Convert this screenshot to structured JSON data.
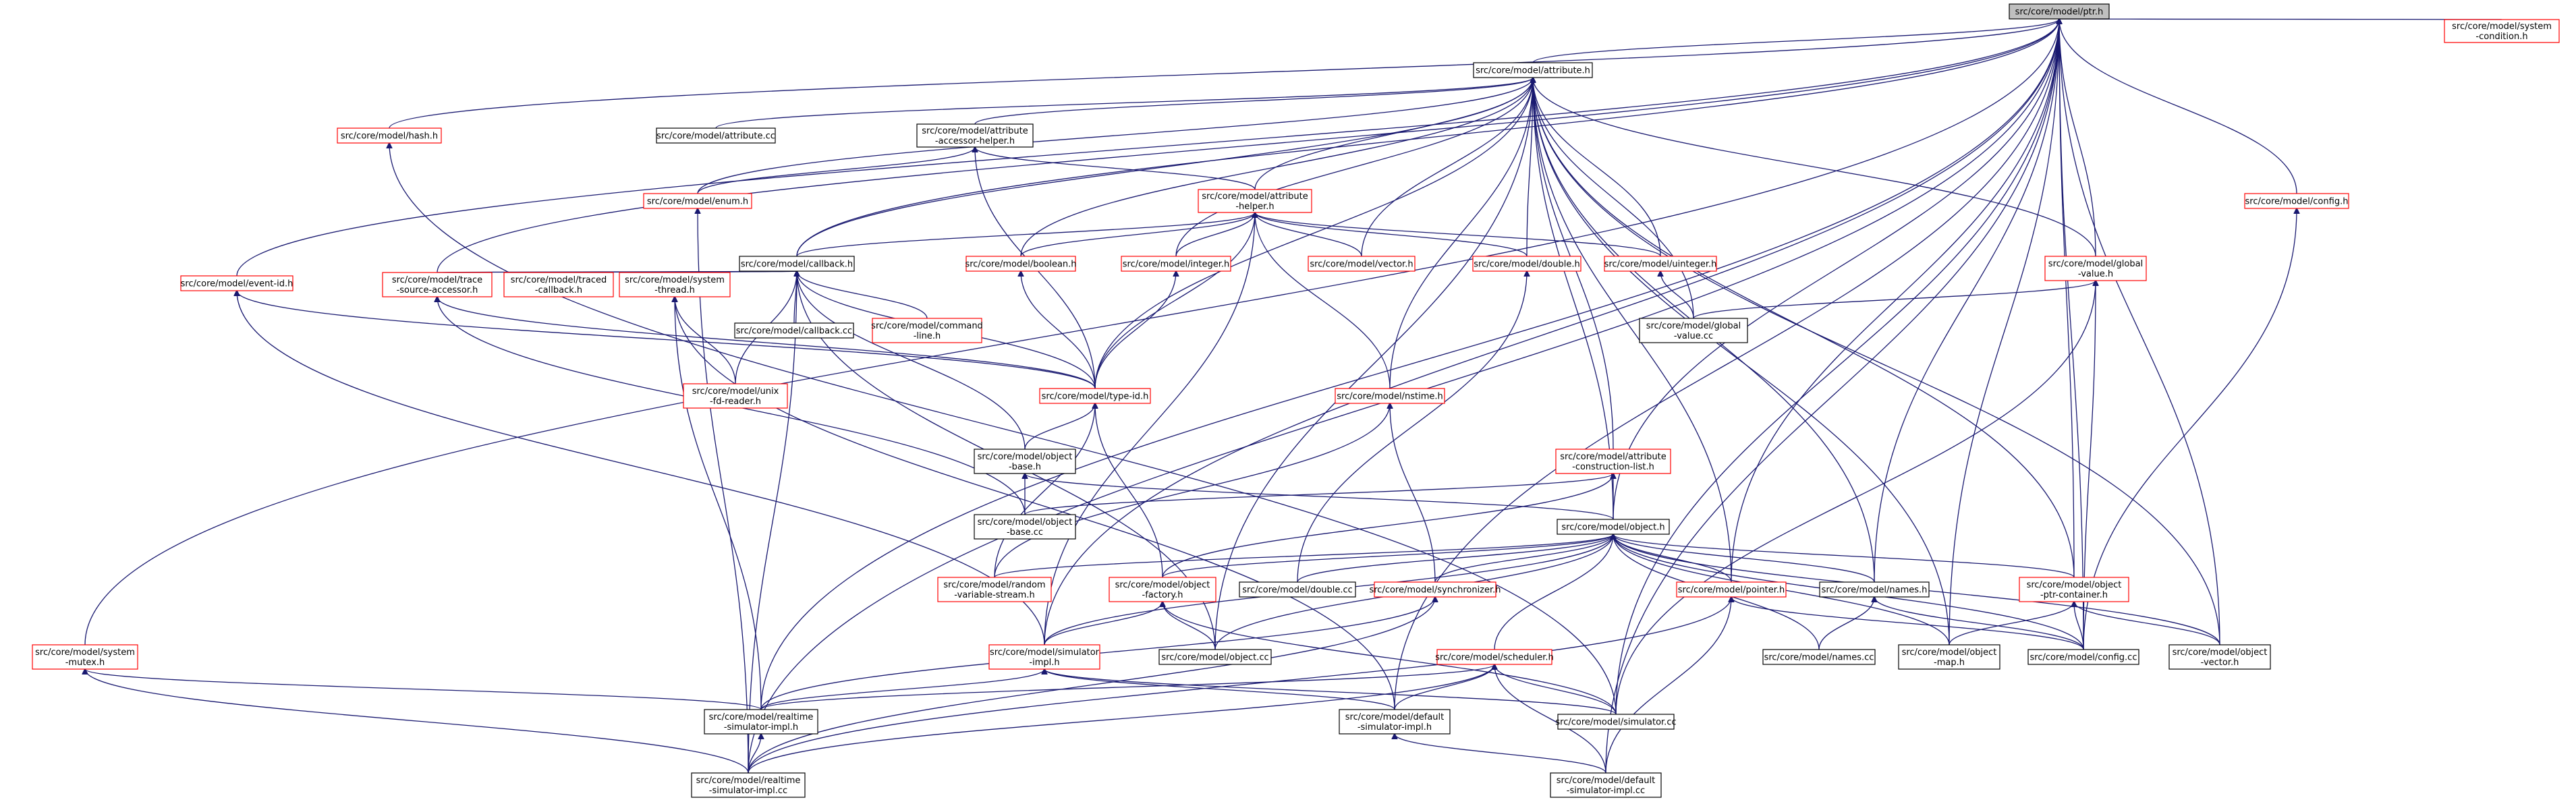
{
  "diagram": {
    "type": "include-dependency-graph",
    "colors": {
      "edge": "#191970",
      "border_documented": "#000000",
      "border_undocumented": "#ff0000",
      "root_fill": "#bfbfbf",
      "node_fill": "#ffffff"
    },
    "nodes": [
      {
        "id": "ptr",
        "lines": [
          "src/core/model/ptr.h"
        ],
        "border": "black",
        "root": true
      },
      {
        "id": "syscond",
        "lines": [
          "src/core/model/system",
          "-condition.h"
        ],
        "border": "red"
      },
      {
        "id": "attribute",
        "lines": [
          "src/core/model/attribute.h"
        ],
        "border": "black"
      },
      {
        "id": "hash",
        "lines": [
          "src/core/model/hash.h"
        ],
        "border": "red"
      },
      {
        "id": "attributecc",
        "lines": [
          "src/core/model/attribute.cc"
        ],
        "border": "black"
      },
      {
        "id": "accessor",
        "lines": [
          "src/core/model/attribute",
          "-accessor-helper.h"
        ],
        "border": "black"
      },
      {
        "id": "enum",
        "lines": [
          "src/core/model/enum.h"
        ],
        "border": "red"
      },
      {
        "id": "attrhelper",
        "lines": [
          "src/core/model/attribute",
          "-helper.h"
        ],
        "border": "red"
      },
      {
        "id": "config",
        "lines": [
          "src/core/model/config.h"
        ],
        "border": "red"
      },
      {
        "id": "callback",
        "lines": [
          "src/core/model/callback.h"
        ],
        "border": "black"
      },
      {
        "id": "boolean",
        "lines": [
          "src/core/model/boolean.h"
        ],
        "border": "red"
      },
      {
        "id": "integer",
        "lines": [
          "src/core/model/integer.h"
        ],
        "border": "red"
      },
      {
        "id": "vector",
        "lines": [
          "src/core/model/vector.h"
        ],
        "border": "red"
      },
      {
        "id": "double",
        "lines": [
          "src/core/model/double.h"
        ],
        "border": "red"
      },
      {
        "id": "uinteger",
        "lines": [
          "src/core/model/uinteger.h"
        ],
        "border": "red"
      },
      {
        "id": "globalvalue",
        "lines": [
          "src/core/model/global",
          "-value.h"
        ],
        "border": "red"
      },
      {
        "id": "eventid",
        "lines": [
          "src/core/model/event-id.h"
        ],
        "border": "red"
      },
      {
        "id": "trace",
        "lines": [
          "src/core/model/trace",
          "-source-accessor.h"
        ],
        "border": "red"
      },
      {
        "id": "traced",
        "lines": [
          "src/core/model/traced",
          "-callback.h"
        ],
        "border": "red"
      },
      {
        "id": "systhread",
        "lines": [
          "src/core/model/system",
          "-thread.h"
        ],
        "border": "red"
      },
      {
        "id": "callbackcc",
        "lines": [
          "src/core/model/callback.cc"
        ],
        "border": "black"
      },
      {
        "id": "cmdline",
        "lines": [
          "src/core/model/command",
          "-line.h"
        ],
        "border": "red"
      },
      {
        "id": "globalcc",
        "lines": [
          "src/core/model/global",
          "-value.cc"
        ],
        "border": "black"
      },
      {
        "id": "unixfd",
        "lines": [
          "src/core/model/unix",
          "-fd-reader.h"
        ],
        "border": "red"
      },
      {
        "id": "typeid",
        "lines": [
          "src/core/model/type-id.h"
        ],
        "border": "red"
      },
      {
        "id": "nstime",
        "lines": [
          "src/core/model/nstime.h"
        ],
        "border": "red"
      },
      {
        "id": "objbase",
        "lines": [
          "src/core/model/object",
          "-base.h"
        ],
        "border": "black"
      },
      {
        "id": "constr",
        "lines": [
          "src/core/model/attribute",
          "-construction-list.h"
        ],
        "border": "red"
      },
      {
        "id": "objbasecc",
        "lines": [
          "src/core/model/object",
          "-base.cc"
        ],
        "border": "black"
      },
      {
        "id": "object",
        "lines": [
          "src/core/model/object.h"
        ],
        "border": "black"
      },
      {
        "id": "random",
        "lines": [
          "src/core/model/random",
          "-variable-stream.h"
        ],
        "border": "red"
      },
      {
        "id": "factory",
        "lines": [
          "src/core/model/object",
          "-factory.h"
        ],
        "border": "red"
      },
      {
        "id": "doublecc",
        "lines": [
          "src/core/model/double.cc"
        ],
        "border": "black"
      },
      {
        "id": "sync",
        "lines": [
          "src/core/model/synchronizer.h"
        ],
        "border": "red"
      },
      {
        "id": "pointer",
        "lines": [
          "src/core/model/pointer.h"
        ],
        "border": "red"
      },
      {
        "id": "names",
        "lines": [
          "src/core/model/names.h"
        ],
        "border": "black"
      },
      {
        "id": "ptrcont",
        "lines": [
          "src/core/model/object",
          "-ptr-container.h"
        ],
        "border": "red"
      },
      {
        "id": "sysmutex",
        "lines": [
          "src/core/model/system",
          "-mutex.h"
        ],
        "border": "red"
      },
      {
        "id": "simimpl",
        "lines": [
          "src/core/model/simulator",
          "-impl.h"
        ],
        "border": "red"
      },
      {
        "id": "objectcc",
        "lines": [
          "src/core/model/object.cc"
        ],
        "border": "black"
      },
      {
        "id": "scheduler",
        "lines": [
          "src/core/model/scheduler.h"
        ],
        "border": "red"
      },
      {
        "id": "namescc",
        "lines": [
          "src/core/model/names.cc"
        ],
        "border": "black"
      },
      {
        "id": "objmap",
        "lines": [
          "src/core/model/object",
          "-map.h"
        ],
        "border": "black"
      },
      {
        "id": "configcc",
        "lines": [
          "src/core/model/config.cc"
        ],
        "border": "black"
      },
      {
        "id": "objvec",
        "lines": [
          "src/core/model/object",
          "-vector.h"
        ],
        "border": "black"
      },
      {
        "id": "rtimpl",
        "lines": [
          "src/core/model/realtime",
          "-simulator-impl.h"
        ],
        "border": "black"
      },
      {
        "id": "defimpl",
        "lines": [
          "src/core/model/default",
          "-simulator-impl.h"
        ],
        "border": "black"
      },
      {
        "id": "simcc",
        "lines": [
          "src/core/model/simulator.cc"
        ],
        "border": "black"
      },
      {
        "id": "rtimplcc",
        "lines": [
          "src/core/model/realtime",
          "-simulator-impl.cc"
        ],
        "border": "black"
      },
      {
        "id": "defimplcc",
        "lines": [
          "src/core/model/default",
          "-simulator-impl.cc"
        ],
        "border": "black"
      }
    ],
    "edges": [
      [
        "syscond",
        "ptr"
      ],
      [
        "attribute",
        "ptr"
      ],
      [
        "hash",
        "ptr"
      ],
      [
        "eventid",
        "ptr"
      ],
      [
        "trace",
        "ptr"
      ],
      [
        "callback",
        "ptr"
      ],
      [
        "sysmutex",
        "ptr"
      ],
      [
        "config",
        "ptr"
      ],
      [
        "globalvalue",
        "ptr"
      ],
      [
        "names",
        "ptr"
      ],
      [
        "object",
        "ptr"
      ],
      [
        "ptrcont",
        "ptr"
      ],
      [
        "pointer",
        "ptr"
      ],
      [
        "objmap",
        "ptr"
      ],
      [
        "configcc",
        "ptr"
      ],
      [
        "objvec",
        "ptr"
      ],
      [
        "simcc",
        "ptr"
      ],
      [
        "defimpl",
        "ptr"
      ],
      [
        "simimpl",
        "ptr"
      ],
      [
        "rtimpl",
        "ptr"
      ],
      [
        "rtimplcc",
        "ptr"
      ],
      [
        "defimplcc",
        "ptr"
      ],
      [
        "attributecc",
        "attribute"
      ],
      [
        "accessor",
        "attribute"
      ],
      [
        "enum",
        "attribute"
      ],
      [
        "attrhelper",
        "attribute"
      ],
      [
        "callback",
        "attribute"
      ],
      [
        "boolean",
        "attribute"
      ],
      [
        "integer",
        "attribute"
      ],
      [
        "vector",
        "attribute"
      ],
      [
        "double",
        "attribute"
      ],
      [
        "uinteger",
        "attribute"
      ],
      [
        "globalvalue",
        "attribute"
      ],
      [
        "globalcc",
        "attribute"
      ],
      [
        "nstime",
        "attribute"
      ],
      [
        "typeid",
        "attribute"
      ],
      [
        "constr",
        "attribute"
      ],
      [
        "object",
        "attribute"
      ],
      [
        "pointer",
        "attribute"
      ],
      [
        "names",
        "attribute"
      ],
      [
        "ptrcont",
        "attribute"
      ],
      [
        "objmap",
        "attribute"
      ],
      [
        "objvec",
        "attribute"
      ],
      [
        "objectcc",
        "attribute"
      ],
      [
        "enum",
        "accessor"
      ],
      [
        "attrhelper",
        "accessor"
      ],
      [
        "typeid",
        "accessor"
      ],
      [
        "simcc",
        "hash"
      ],
      [
        "rtimplcc",
        "enum"
      ],
      [
        "callback",
        "attrhelper"
      ],
      [
        "boolean",
        "attrhelper"
      ],
      [
        "integer",
        "attrhelper"
      ],
      [
        "vector",
        "attrhelper"
      ],
      [
        "double",
        "attrhelper"
      ],
      [
        "uinteger",
        "attrhelper"
      ],
      [
        "nstime",
        "attrhelper"
      ],
      [
        "typeid",
        "attrhelper"
      ],
      [
        "simimpl",
        "attrhelper"
      ],
      [
        "trace",
        "callback"
      ],
      [
        "traced",
        "callback"
      ],
      [
        "systhread",
        "callback"
      ],
      [
        "callbackcc",
        "callback"
      ],
      [
        "cmdline",
        "callback"
      ],
      [
        "typeid",
        "callback"
      ],
      [
        "objbase",
        "callback"
      ],
      [
        "unixfd",
        "callback"
      ],
      [
        "typeid",
        "boolean"
      ],
      [
        "typeid",
        "integer"
      ],
      [
        "doublecc",
        "double"
      ],
      [
        "globalcc",
        "uinteger"
      ],
      [
        "globalcc",
        "globalvalue"
      ],
      [
        "configcc",
        "globalvalue"
      ],
      [
        "simcc",
        "globalvalue"
      ],
      [
        "unixfd",
        "systhread"
      ],
      [
        "rtimpl",
        "systhread"
      ],
      [
        "defimpl",
        "systhread"
      ],
      [
        "typeid",
        "eventid"
      ],
      [
        "simimpl",
        "eventid"
      ],
      [
        "typeid",
        "trace"
      ],
      [
        "objbasecc",
        "trace"
      ],
      [
        "objbase",
        "typeid"
      ],
      [
        "factory",
        "typeid"
      ],
      [
        "random",
        "typeid"
      ],
      [
        "random",
        "nstime"
      ],
      [
        "sync",
        "nstime"
      ],
      [
        "objbasecc",
        "objbase"
      ],
      [
        "object",
        "objbase"
      ],
      [
        "object",
        "constr"
      ],
      [
        "factory",
        "constr"
      ],
      [
        "objbasecc",
        "constr"
      ],
      [
        "random",
        "object"
      ],
      [
        "factory",
        "object"
      ],
      [
        "doublecc",
        "object"
      ],
      [
        "sync",
        "object"
      ],
      [
        "pointer",
        "object"
      ],
      [
        "names",
        "object"
      ],
      [
        "ptrcont",
        "object"
      ],
      [
        "scheduler",
        "object"
      ],
      [
        "simimpl",
        "object"
      ],
      [
        "objectcc",
        "object"
      ],
      [
        "namescc",
        "object"
      ],
      [
        "objmap",
        "object"
      ],
      [
        "configcc",
        "object"
      ],
      [
        "objvec",
        "object"
      ],
      [
        "simimpl",
        "factory"
      ],
      [
        "objectcc",
        "factory"
      ],
      [
        "simcc",
        "factory"
      ],
      [
        "rtimpl",
        "simimpl"
      ],
      [
        "defimpl",
        "simimpl"
      ],
      [
        "simcc",
        "simimpl"
      ],
      [
        "rtimpl",
        "sync"
      ],
      [
        "rtimplcc",
        "sync"
      ],
      [
        "configcc",
        "pointer"
      ],
      [
        "rtimplcc",
        "pointer"
      ],
      [
        "defimplcc",
        "pointer"
      ],
      [
        "namescc",
        "names"
      ],
      [
        "configcc",
        "names"
      ],
      [
        "objmap",
        "ptrcont"
      ],
      [
        "configcc",
        "ptrcont"
      ],
      [
        "objvec",
        "ptrcont"
      ],
      [
        "rtimpl",
        "sysmutex"
      ],
      [
        "rtimplcc",
        "sysmutex"
      ],
      [
        "rtimpl",
        "scheduler"
      ],
      [
        "defimpl",
        "scheduler"
      ],
      [
        "simcc",
        "scheduler"
      ],
      [
        "rtimplcc",
        "scheduler"
      ],
      [
        "defimplcc",
        "scheduler"
      ],
      [
        "rtimplcc",
        "rtimpl"
      ],
      [
        "defimplcc",
        "defimpl"
      ],
      [
        "configcc",
        "config"
      ],
      [
        "objectcc",
        "callback"
      ],
      [
        "rtimplcc",
        "callback"
      ]
    ]
  }
}
